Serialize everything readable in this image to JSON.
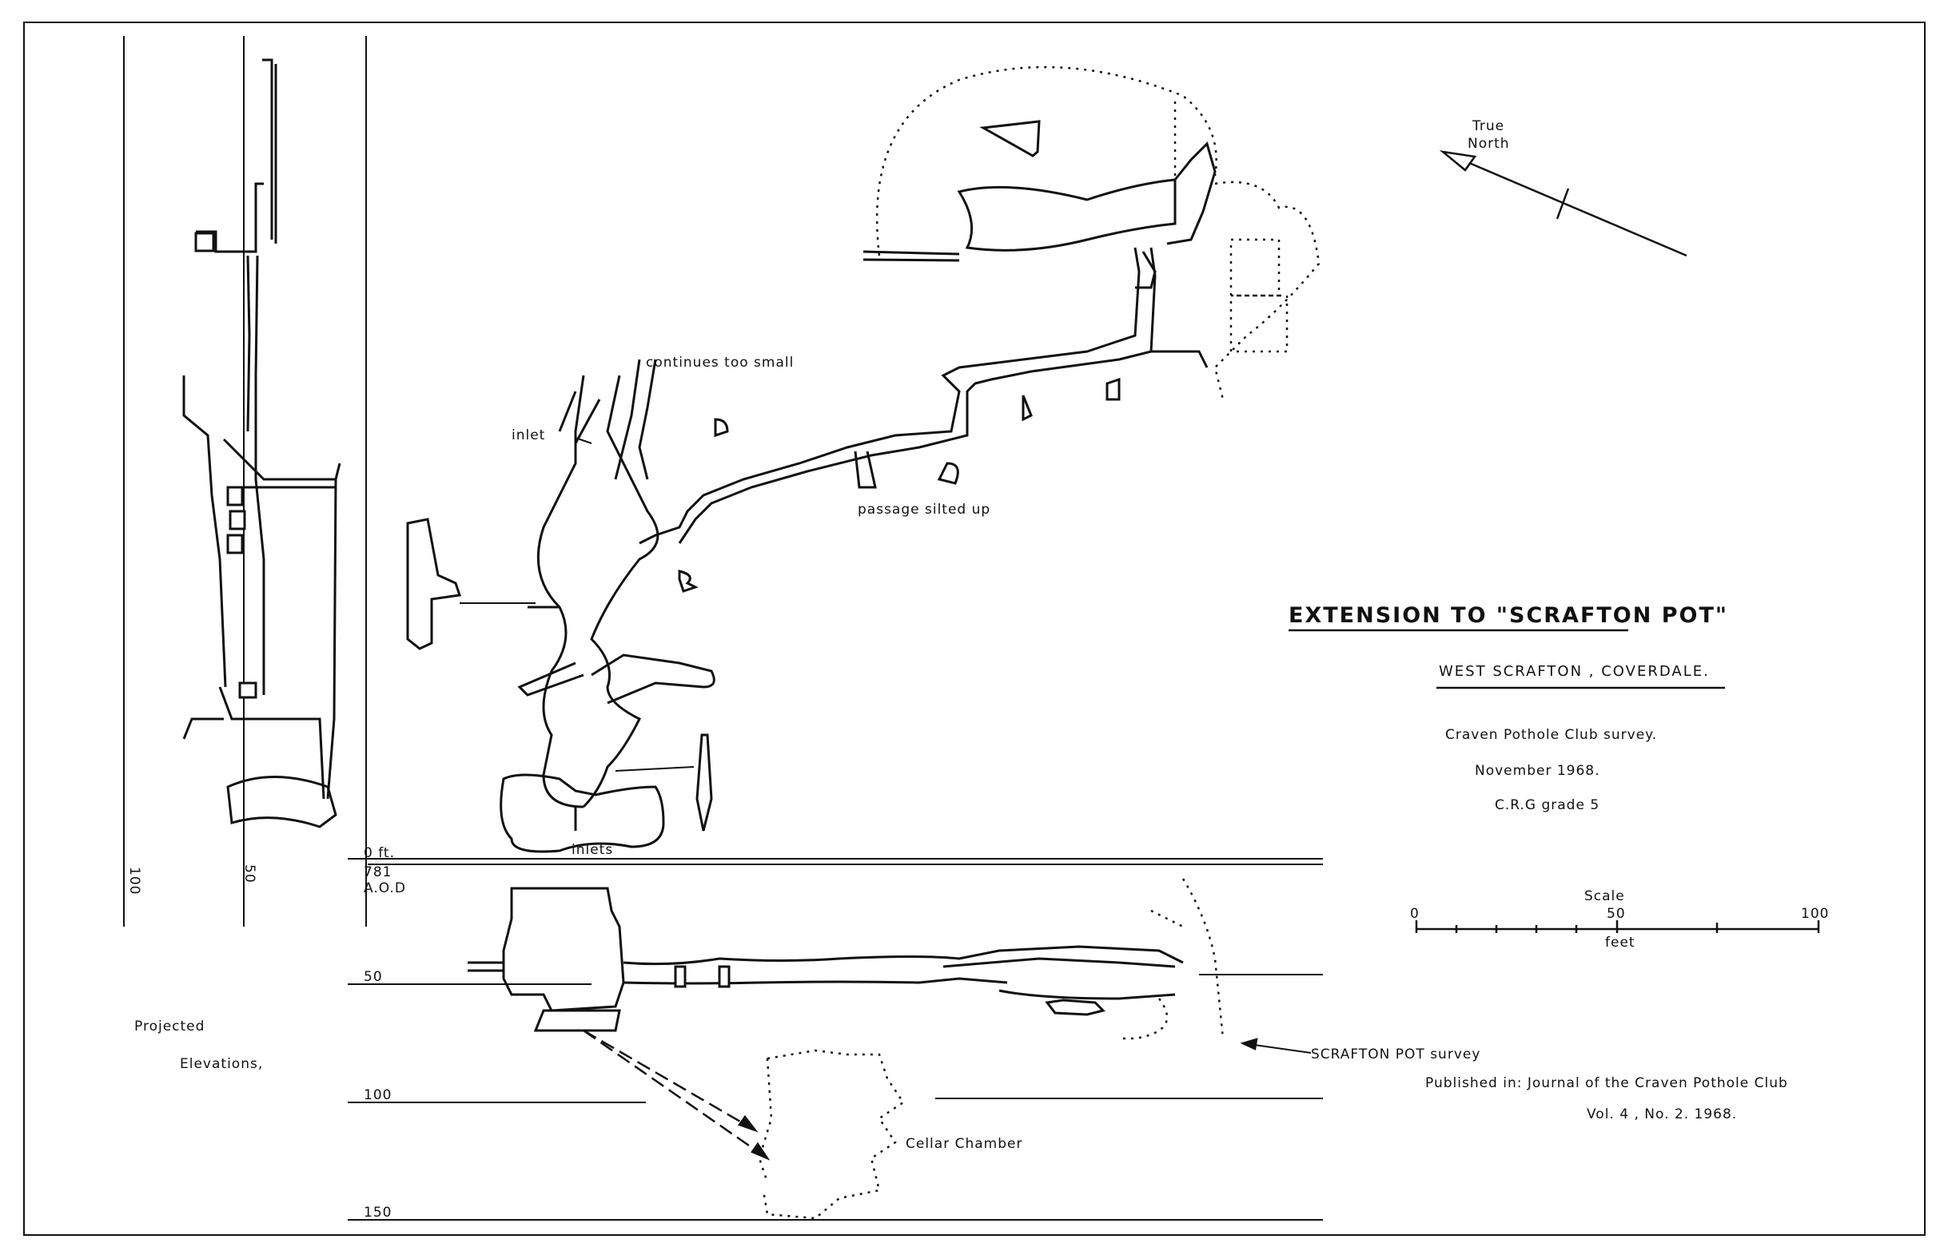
{
  "title": "EXTENSION TO \"SCRAFTON POT\"",
  "location": "WEST SCRAFTON , COVERDALE.",
  "credits": {
    "survey_by": "Craven Pothole Club survey.",
    "date": "November 1968.",
    "grade": "C.R.G grade 5"
  },
  "north": {
    "line1": "True",
    "line2": "North"
  },
  "scale": {
    "label": "Scale",
    "min": "0",
    "mid": "50",
    "max": "100",
    "unit": "feet"
  },
  "plan_labels": {
    "continues": "continues too small",
    "inlet": "inlet",
    "silted": "passage silted up",
    "inlets": "inlets"
  },
  "elevation": {
    "datum_top": "0 ft.",
    "datum_val": "781",
    "datum_ref": "A.O.D",
    "depth_50": "50",
    "depth_100": "100",
    "depth_150": "150",
    "cellar": "Cellar Chamber",
    "scrafton_survey": "SCRAFTON POT survey",
    "projected_1": "Projected",
    "projected_2": "Elevations,",
    "side_100": "100",
    "side_50": "50"
  },
  "publication": {
    "line1": "Published in: Journal of the Craven Pothole Club",
    "line2": "Vol. 4 , No. 2. 1968."
  }
}
